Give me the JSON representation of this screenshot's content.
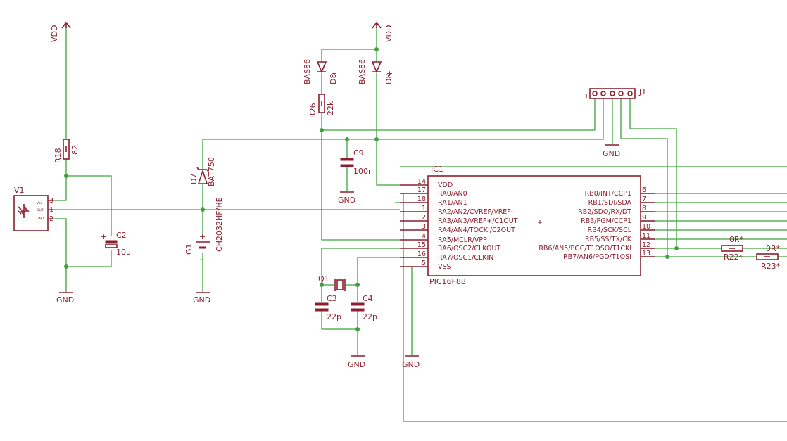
{
  "power": {
    "vdd": "VDD",
    "gnd": "GND"
  },
  "ic1": {
    "name": "IC1",
    "value": "PIC16F88",
    "pins_left": [
      {
        "label": "VDD",
        "num": "14"
      },
      {
        "label": "RA0/AN0",
        "num": "17"
      },
      {
        "label": "RA1/AN1",
        "num": "18"
      },
      {
        "label": "RA2/AN2/CVREF/VREF-",
        "num": "1"
      },
      {
        "label": "RA3/AN3/VREF+/C1OUT",
        "num": "2"
      },
      {
        "label": "RA4/AN4/TOCKI/C2OUT",
        "num": "3"
      },
      {
        "label": "RA5/MCLR/VPP",
        "num": "4"
      },
      {
        "label": "RA6/OSC2/CLKOUT",
        "num": "15"
      },
      {
        "label": "RA7/OSC1/CLKIN",
        "num": "16"
      },
      {
        "label": "VSS",
        "num": "5"
      }
    ],
    "pins_right": [
      {
        "label": "RB0/INT/CCP1",
        "num": "6"
      },
      {
        "label": "RB1/SDI/SDA",
        "num": "7"
      },
      {
        "label": "RB2/SDO/RX/DT",
        "num": "8"
      },
      {
        "label": "RB3/PGM/CCP1",
        "num": "9"
      },
      {
        "label": "RB4/SCK/SCL",
        "num": "10"
      },
      {
        "label": "RB5/SS/TX/CK",
        "num": "11"
      },
      {
        "label": "RB6/AN5/PGC/T1OSO/T1CKI",
        "num": "12"
      },
      {
        "label": "RB7/AN6/PGD/T1OSI",
        "num": "13"
      }
    ]
  },
  "parts": {
    "r18": {
      "name": "R18",
      "value": "82"
    },
    "r26": {
      "name": "R26",
      "value": "22k"
    },
    "r22": {
      "name": "R22*",
      "value": "0R*"
    },
    "r23": {
      "name": "R23*",
      "value": "0R*"
    },
    "c2": {
      "name": "C2",
      "value": "10u",
      "plus": "+"
    },
    "c9": {
      "name": "C9",
      "value": "100n"
    },
    "c3": {
      "name": "C3",
      "value": "22p"
    },
    "c4": {
      "name": "C4",
      "value": "22p"
    },
    "q1": {
      "name": "Q1"
    },
    "d7": {
      "name": "D7",
      "value": "BAT750"
    },
    "d8a": {
      "name": "D8",
      "value": "BAS86",
      "plus": "+"
    },
    "d8b": {
      "name": "D8",
      "value": "BAS86",
      "plus": "+"
    },
    "g1": {
      "name": "G1",
      "value": "CH2032HF/HE",
      "plus": "+",
      "minus": "-"
    },
    "v1": {
      "name": "V1",
      "pin3": "3",
      "pin1": "1",
      "pin2": "2",
      "vcc": "Vcc",
      "out": "OUT",
      "gnd": "GND"
    },
    "j1": {
      "name": "J1",
      "pin1": "1"
    }
  }
}
